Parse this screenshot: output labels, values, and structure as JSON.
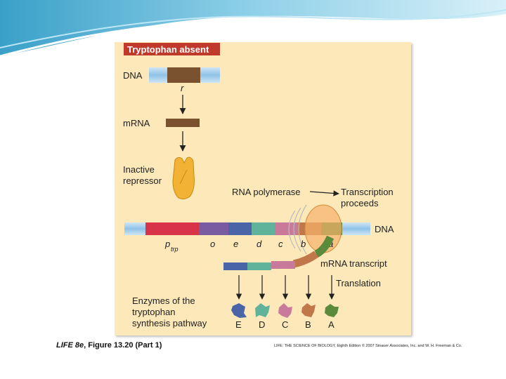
{
  "figure": {
    "title": "Tryptophan absent",
    "dna_label": "DNA",
    "regulator_gene": "r",
    "mrna_label": "mRNA",
    "repressor_label_line1": "Inactive",
    "repressor_label_line2": "repressor",
    "rna_polymerase_label": "RNA polymerase",
    "transcription_line1": "Transcription",
    "transcription_line2": "proceeds",
    "operon_dna_label": "DNA",
    "promoter_label": "p",
    "promoter_subscript": "trp",
    "genes": [
      "o",
      "e",
      "d",
      "c",
      "b",
      "a"
    ],
    "transcript_label": "mRNA transcript",
    "translation_label": "Translation",
    "enzymes_line1": "Enzymes of the",
    "enzymes_line2": "tryptophan",
    "enzymes_line3": "synthesis pathway",
    "enzymes": [
      "E",
      "D",
      "C",
      "B",
      "A"
    ]
  },
  "caption": {
    "book": "LIFE 8e",
    "figure": ", Figure 13.20 (Part 1)",
    "credit": "LIFE: THE SCIENCE OF BIOLOGY, Eighth Edition © 2007 Sinauer Associates, Inc. and W. H. Freeman & Co."
  },
  "colors": {
    "panel_bg": "#fce8b8",
    "title_bg": "#c0392b",
    "dna_blue": "#8fc2e6",
    "gene_brown": "#7a5230",
    "promoter_red": "#d9334a",
    "operator_purple": "#7a5aa0",
    "gene_e": "#4a64a8",
    "gene_d": "#5fb39a",
    "gene_c": "#c97a9a",
    "gene_b": "#c0784a",
    "gene_a": "#5a8a3a",
    "repressor_gold": "#f2b233"
  }
}
